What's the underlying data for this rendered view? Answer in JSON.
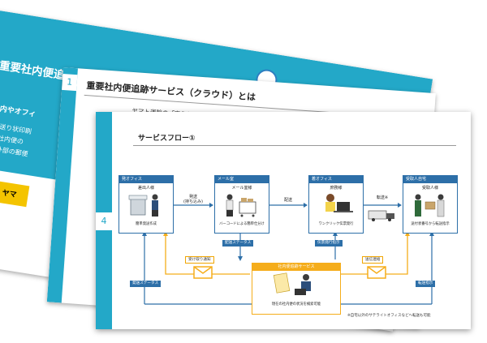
{
  "slides": {
    "back": {
      "title": "重要社内便追跡サービス(クラウド)",
      "subtitle": "社内やオフィ",
      "bullets": [
        "送り状印刷",
        "社内便の",
        "外部の郵便"
      ],
      "logo_text": "ヤマ"
    },
    "middle": {
      "number": "1",
      "title": "重要社内便追跡サービス（クラウド）とは",
      "body": "ヤマト運輸の「宅急便の荷物お問い合わせシステムで得たノウハウから"
    },
    "front": {
      "number": "4",
      "title": "サービスフロー①",
      "cards": [
        {
          "header": "発オフィス",
          "role": "差出人様",
          "caption": "簡単発送作成"
        },
        {
          "header": "メール室",
          "role": "メール室様",
          "caption": "バーコードによる簡単仕分け"
        },
        {
          "header": "着オフィス",
          "role": "庶務様",
          "caption": "ワンクリック伝票発行"
        },
        {
          "header": "受取人自宅",
          "role": "受取人様",
          "caption": "送付状番号から転送指示"
        }
      ],
      "arrows": {
        "dispatch": "発送\n(持ち込み)",
        "delivery": "配送",
        "forward": "転送※"
      },
      "status_pills": {
        "delivery_status": "配送ステータス",
        "slip_issue": "伝票発行指示",
        "send_status": "発送ステータス",
        "forward_instruction": "転送指示"
      },
      "notify": {
        "receipt_notice": "受け取り通知",
        "send_notice": "送信連絡"
      },
      "center": {
        "header": "社内便追跡サービス",
        "caption": "現在の社内便の状況を検索可能"
      },
      "footnote": "※自宅以外のサテライトオフィスなどへ転送も可能"
    }
  },
  "colors": {
    "accent": "#23a8c8",
    "blue": "#2d6fa8",
    "orange": "#f5ad1b"
  }
}
